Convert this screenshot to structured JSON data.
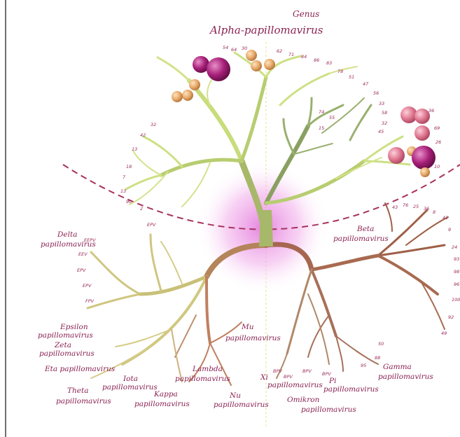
{
  "title": {
    "line1": "Genus",
    "line2": "Alpha-papillomavirus"
  },
  "genera": {
    "delta": [
      "Delta",
      "papillomavirus"
    ],
    "beta": [
      "Beta",
      "papillomavirus"
    ],
    "epsilon": [
      "Epsilon",
      "papillomavirus"
    ],
    "zeta": [
      "Zeta",
      "papillomavirus"
    ],
    "eta": "Eta papillomavirus",
    "theta": [
      "Theta",
      "papillomavirus"
    ],
    "iota": [
      "Iota",
      "papillomavirus"
    ],
    "kappa": [
      "Kappa",
      "papillomavirus"
    ],
    "lambda": [
      "Lambda",
      "papillomavirus"
    ],
    "mu": [
      "Mu",
      "papillomavirus"
    ],
    "nu": [
      "Nu",
      "papillomavirus"
    ],
    "xi": [
      "Xi",
      "papillomavirus"
    ],
    "pi": [
      "Pi",
      "papillomavirus"
    ],
    "omikron": [
      "Omikron",
      "papillomavirus"
    ],
    "gamma": [
      "Gamma",
      "papillomavirus"
    ]
  },
  "colors": {
    "alpha_branch": "#b9cf6a",
    "lower_branch": "#a86a50",
    "cancer_sphere": "#a8207a",
    "high_risk_sphere": "#d8708a",
    "low_risk_sphere": "#e4a96a",
    "boundary": "#a8325e",
    "glow": "#e070d8"
  }
}
